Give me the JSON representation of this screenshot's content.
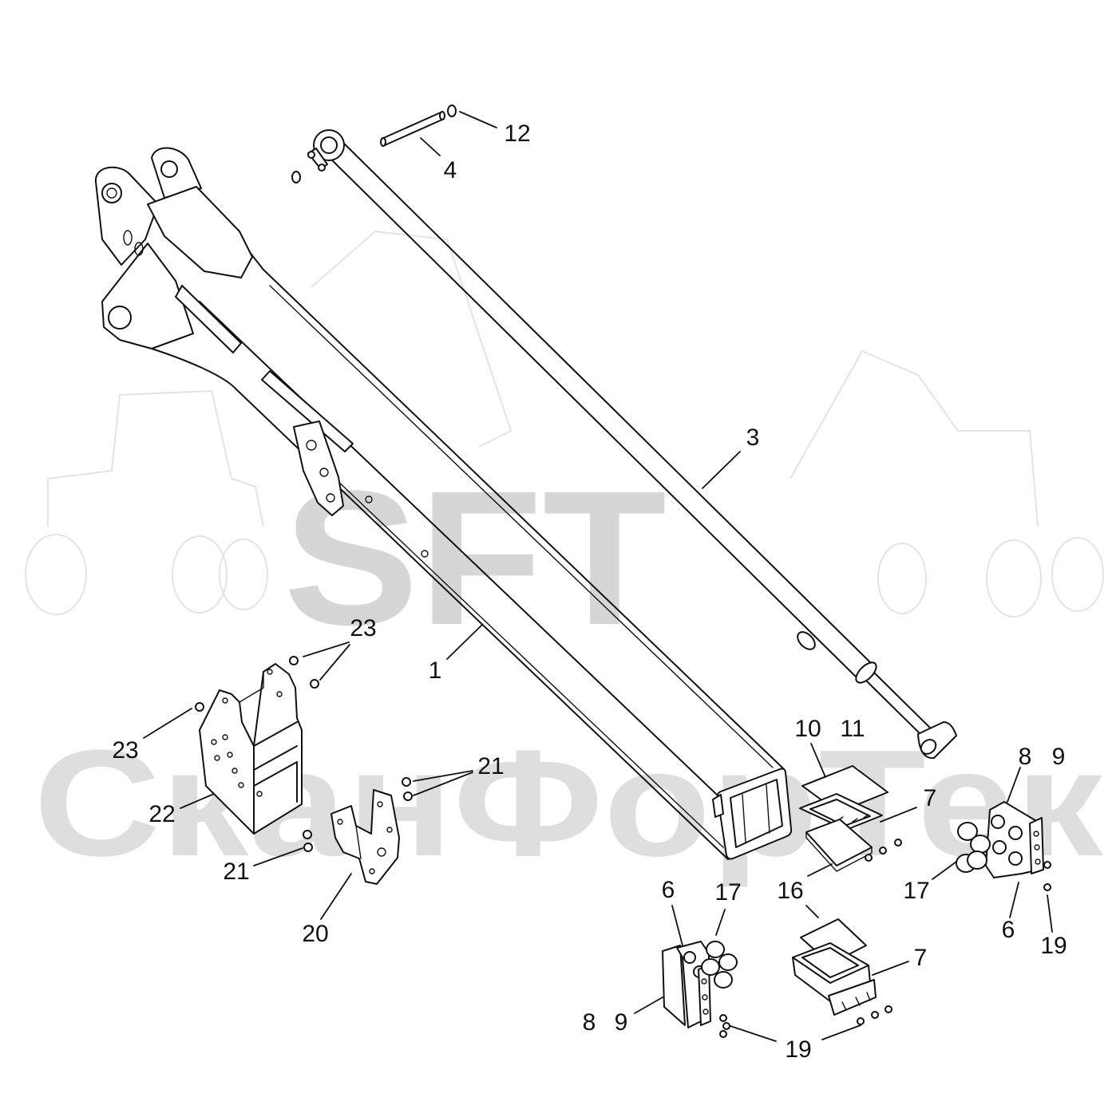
{
  "watermark": {
    "logo": "SFT",
    "brand": "СканФорТек"
  },
  "callouts": [
    "12",
    "4",
    "3",
    "1",
    "23",
    "23",
    "21",
    "21",
    "22",
    "20",
    "10",
    "11",
    "7",
    "8",
    "9",
    "16",
    "17",
    "6",
    "19",
    "6",
    "17",
    "7",
    "8",
    "9",
    "19"
  ],
  "colors": {
    "line": "#111111",
    "watermark_logo": "#d6d6d6",
    "watermark_brand": "#dedede"
  }
}
